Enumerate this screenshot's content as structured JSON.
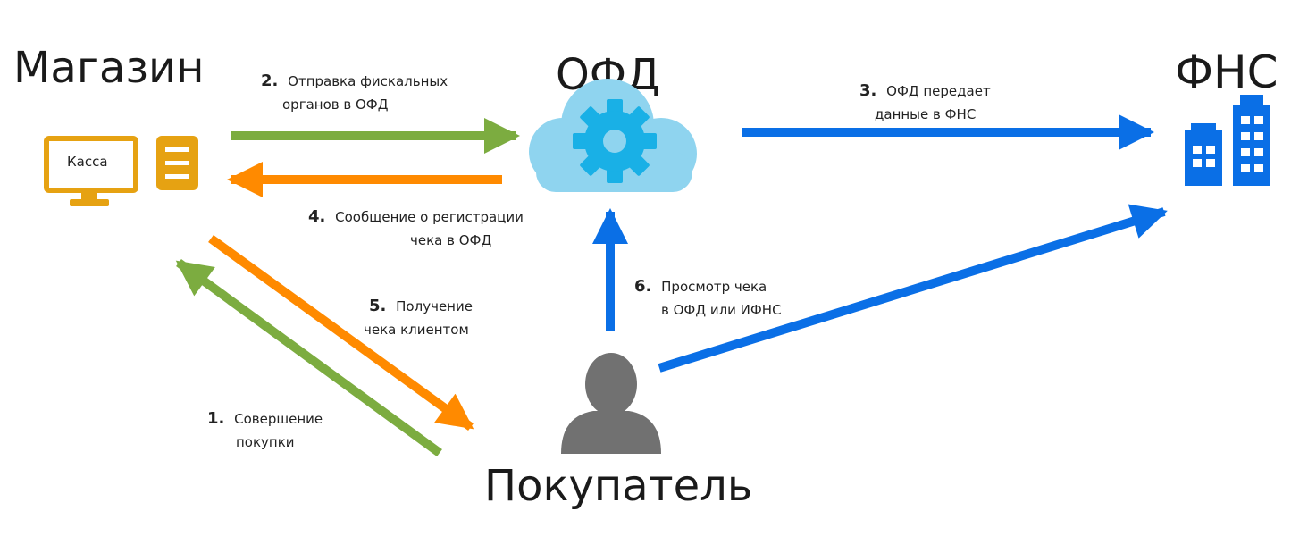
{
  "nodes": {
    "shop": {
      "title": "Магазин",
      "register_label": "Касса"
    },
    "ofd": {
      "title": "ОФД"
    },
    "fns": {
      "title": "ФНС"
    },
    "buyer": {
      "title": "Покупатель"
    }
  },
  "steps": [
    {
      "num": "1.",
      "line1": "Совершение",
      "line2": "покупки"
    },
    {
      "num": "2.",
      "line1": "Отправка фискальных",
      "line2": "органов в ОФД"
    },
    {
      "num": "3.",
      "line1": "ОФД передает",
      "line2": "данные в ФНС"
    },
    {
      "num": "4.",
      "line1": "Сообщение о регистрации",
      "line2": "чека в ОФД"
    },
    {
      "num": "5.",
      "line1": "Получение",
      "line2": "чека клиентом"
    },
    {
      "num": "6.",
      "line1": "Просмотр чека",
      "line2": "в ОФД или ИФНС"
    }
  ],
  "colors": {
    "green": "#7cac40",
    "orange": "#ff8a00",
    "blue": "#0a6fe6",
    "gold": "#e6a212",
    "cloud": "#8fd4ef",
    "gear": "#19b0e6",
    "person": "#717171"
  }
}
